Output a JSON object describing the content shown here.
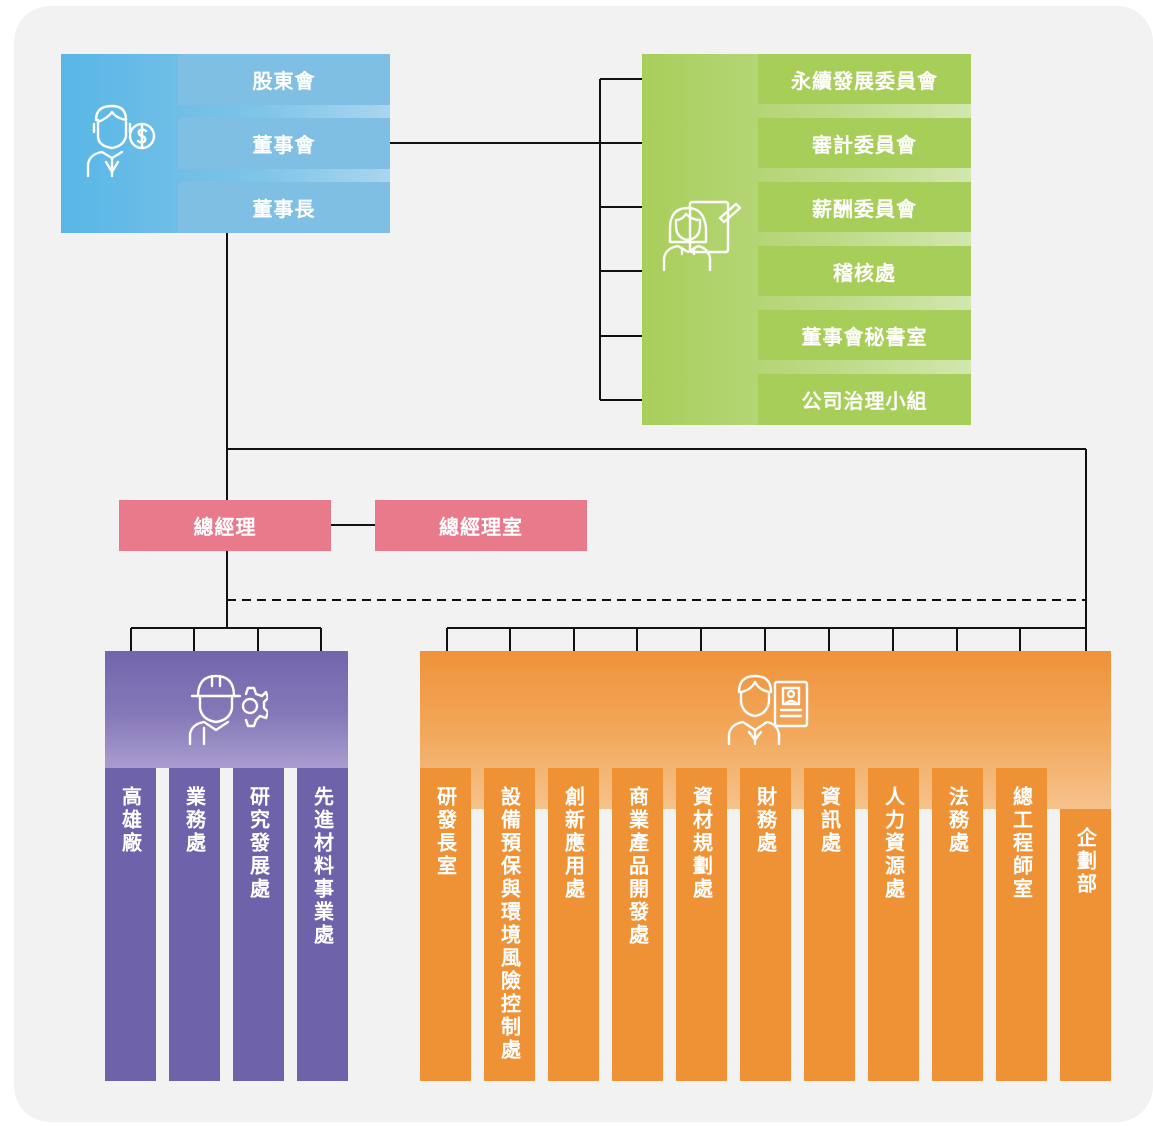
{
  "board_group": {
    "icon": "investor-dollar-icon",
    "items": [
      "股東會",
      "董事會",
      "董事長"
    ]
  },
  "committees": {
    "icon": "secretary-document-icon",
    "items": [
      "永續發展委員會",
      "審計委員會",
      "薪酬委員會",
      "稽核處",
      "董事會秘書室",
      "公司治理小組"
    ]
  },
  "management": {
    "gm": "總經理",
    "gm_office": "總經理室"
  },
  "operations": {
    "icon": "engineer-gear-icon",
    "units": [
      "高雄廠",
      "業務處",
      "研究發展處",
      "先進材料事業處"
    ]
  },
  "support": {
    "icon": "staff-profile-icon",
    "units": [
      "研發長室",
      "設備預保與環境風險控制處",
      "創新應用處",
      "商業產品開發處",
      "資材規劃處",
      "財務處",
      "資訊處",
      "人力資源處",
      "法務處",
      "總工程師室",
      "企劃部"
    ]
  },
  "colors": {
    "blue": "#7fbfe3",
    "green": "#a8ce5a",
    "pink": "#e87a8c",
    "purple": "#6e62ab",
    "orange": "#ef9235",
    "background": "#f2f2f2"
  }
}
